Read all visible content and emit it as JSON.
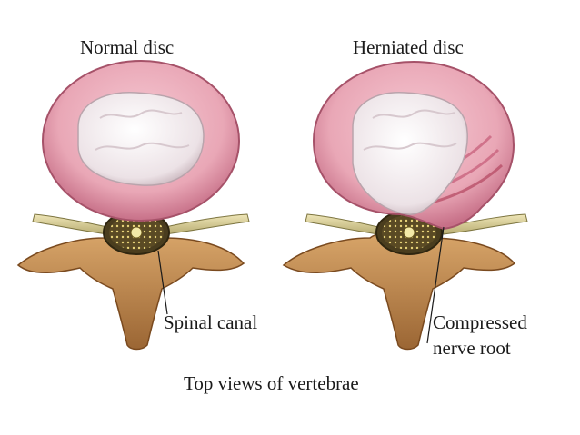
{
  "labels": {
    "normal_title": "Normal disc",
    "herniated_title": "Herniated disc",
    "spinal_canal": "Spinal canal",
    "compressed_line1": "Compressed",
    "compressed_line2": "nerve root",
    "caption": "Top views of vertebrae"
  },
  "colors": {
    "annulus": "#e9a7b6",
    "annulus_dark": "#b85d73",
    "nucleus": "#efe7ea",
    "bone": "#c08a4f",
    "bone_dark": "#8a5a2b",
    "nerve": "#d9d0a0",
    "cord": "#e8dc8a"
  }
}
